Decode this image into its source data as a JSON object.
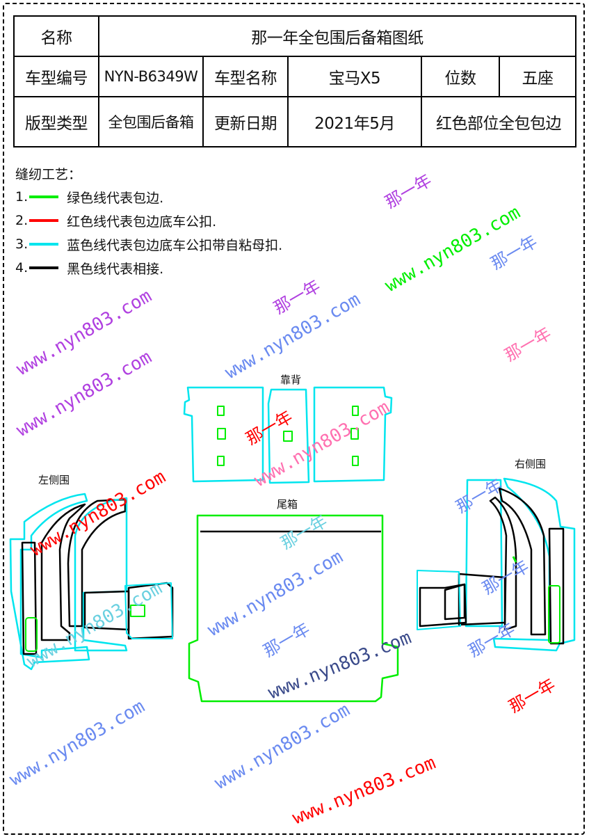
{
  "spec_table": {
    "name_label": "名称",
    "name_value": "那一年全包围后备箱图纸",
    "model_code_label": "车型编号",
    "model_code_value": "NYN-B6349W",
    "model_name_label": "车型名称",
    "model_name_value": "宝马X5",
    "seats_label": "位数",
    "seats_value": "五座",
    "pattern_type_label": "版型类型",
    "pattern_type_value": "全包围后备箱",
    "update_date_label": "更新日期",
    "update_date_value": "2021年5月",
    "note": "红色部位全包包边"
  },
  "legend": {
    "title": "缝纫工艺：",
    "items": [
      {
        "num": "1.",
        "color": "#00ee00",
        "text": "绿色线代表包边."
      },
      {
        "num": "2.",
        "color": "#ff0000",
        "text": "红色线代表包边底车公扣."
      },
      {
        "num": "3.",
        "color": "#00e5ee",
        "text": "蓝色线代表包边底车公扣带自粘母扣."
      },
      {
        "num": "4.",
        "color": "#000000",
        "text": "黑色线代表相接."
      }
    ]
  },
  "diagram": {
    "seatback_label": "靠背",
    "trunk_label": "尾箱",
    "left_side_label": "左侧围",
    "right_side_label": "右侧围"
  },
  "watermarks": {
    "brand_cn": "那一年",
    "url": "www.nyn803.com"
  }
}
